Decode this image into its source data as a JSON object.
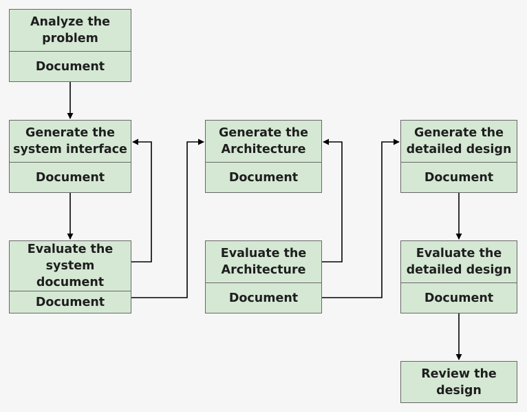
{
  "colors": {
    "node_fill": "#d5e8d4",
    "node_border": "#666666",
    "edge": "#000000",
    "background": "#f6f6f6"
  },
  "nodes": [
    {
      "id": "analyze",
      "title": "Analyze the\nproblem",
      "doc": "Document"
    },
    {
      "id": "gen-interface",
      "title": "Generate the\nsystem interface",
      "doc": "Document"
    },
    {
      "id": "eval-sysdoc",
      "title": "Evaluate the\nsystem document",
      "doc": "Document"
    },
    {
      "id": "gen-arch",
      "title": "Generate the\nArchitecture",
      "doc": "Document"
    },
    {
      "id": "eval-arch",
      "title": "Evaluate the\nArchitecture",
      "doc": "Document"
    },
    {
      "id": "gen-detailed",
      "title": "Generate the\ndetailed design",
      "doc": "Document"
    },
    {
      "id": "eval-detailed",
      "title": "Evaluate the\ndetailed design",
      "doc": "Document"
    },
    {
      "id": "review",
      "title": "Review the\ndesign"
    }
  ],
  "edges": [
    {
      "from": "analyze",
      "to": "gen-interface"
    },
    {
      "from": "gen-interface",
      "to": "eval-sysdoc"
    },
    {
      "from": "eval-sysdoc",
      "to": "gen-interface"
    },
    {
      "from": "eval-sysdoc",
      "to": "gen-arch"
    },
    {
      "from": "eval-arch",
      "to": "gen-arch"
    },
    {
      "from": "eval-arch",
      "to": "gen-detailed"
    },
    {
      "from": "gen-detailed",
      "to": "eval-detailed"
    },
    {
      "from": "eval-detailed",
      "to": "review"
    }
  ]
}
